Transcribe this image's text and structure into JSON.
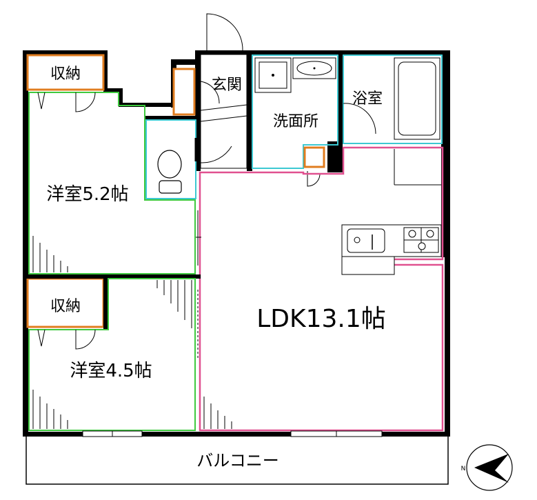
{
  "rooms": {
    "storage_top": "収納",
    "western_top": "洋室5.2帖",
    "entrance": "玄関",
    "washroom": "洗面所",
    "bathroom": "浴室",
    "ldk": "LDK13.1帖",
    "storage_bottom": "収納",
    "western_bottom": "洋室4.5帖",
    "balcony": "バルコニー"
  },
  "compass": {
    "label": "N"
  },
  "colors": {
    "wall": "#000000",
    "storage_outline": "#e07c1f",
    "western_outline": "#3ec93e",
    "wet_area_outline": "#3cc8d2",
    "ldk_outline": "#e0508f"
  }
}
